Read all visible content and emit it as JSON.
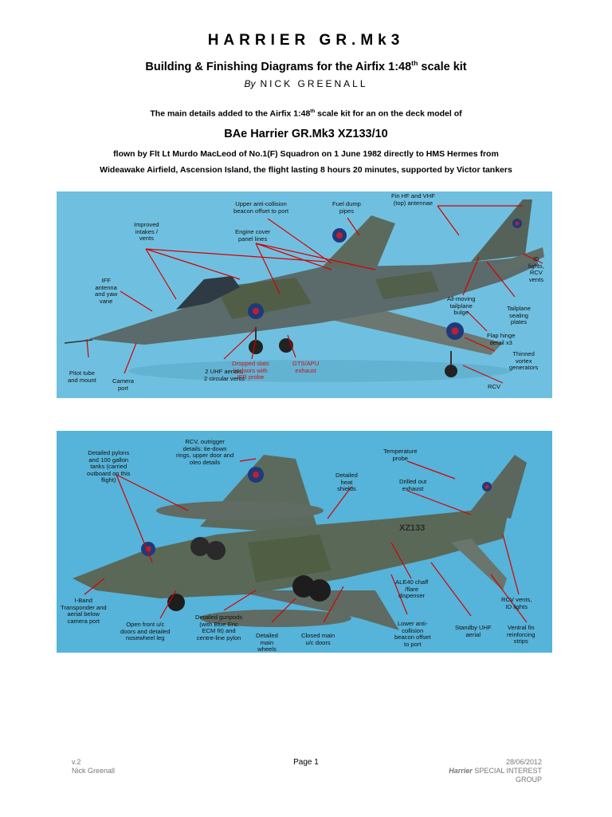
{
  "header": {
    "title": "HARRIER GR.Mk3",
    "subtitle_pre": "Building & Finishing Diagrams for the Airfix 1:48",
    "subtitle_sup": "th",
    "subtitle_post": " scale kit",
    "by": "By",
    "author": "NICK GREENALL"
  },
  "intro": {
    "line_pre": "The main details added to the Airfix 1:48",
    "line_sup": "th",
    "line_post": " scale kit for an on the deck model of",
    "model": "BAe Harrier GR.Mk3 XZ133/10",
    "flown_line1": "flown by Flt Lt Murdo MacLeod of No.1(F) Squadron on 1 June 1982 directly to HMS Hermes from",
    "flown_line2": "Wideawake Airfield, Ascension Island, the flight lasting 8 hours 20 minutes, supported by Victor tankers"
  },
  "photo1": {
    "labels": [
      "Upper anti-collision\nbeacon offset to port",
      "Fuel dump\npipes",
      "Fin HF and VHF\n(top) antennae",
      "Improved\nintakes /\nvents",
      "Engine cover\npanel lines",
      "ID\nlights,\nRCV\nvents",
      "IFF\nantenna\nand yaw\nvane",
      "All-moving\ntailplane\nbulge",
      "Tailplane\nsealing\nplates",
      "Flap hinge\ndetail x3",
      "Thinned\nvortex\ngenerators",
      "Pitot tube\nand mount",
      "Camera\nport",
      "2 UHF aerials,\n2 circular vents",
      "Dropped slats\nin doors with\nIFR probe",
      "GTS/APU\nexhaust",
      "RCV"
    ]
  },
  "photo2": {
    "labels": [
      "RCV, outrigger\ndetails: tie-down\nrings, upper door and\noleo details",
      "Detailed pylons\nand 100 gallon\ntanks (carried\noutboard on this\nflight)",
      "Temperature\nprobe",
      "Detailed\nheat\nshields",
      "Drilled out\nexhaust",
      "ALE40 chaff\n/flare\ndispenser",
      "I-Band\nTransponder and\naerial below\ncamera port",
      "Open front u/c\ndoors and detailed\nnosewheel leg",
      "Detailed gunpods\n(with Blue Eric\nECM fit) and\ncentre-line pylon",
      "Detailed\nmain\nwheels",
      "Closed main\nu/c doors",
      "Lower anti-\ncollision\nbeacon offset\nto port",
      "Standby UHF\naerial",
      "RCV vents,\nID lights",
      "Ventral fin\nreinforcing\nstrips"
    ],
    "serial": "XZ133"
  },
  "footer": {
    "version": "v.2",
    "author": "Nick Greenall",
    "page": "Page 1",
    "date": "28/06/2012",
    "org_strong": "Harrier",
    "org_rest": "SPECIAL INTEREST GROUP"
  },
  "colors": {
    "sky1": "#6fc0e0",
    "sky2": "#56b3d9",
    "camo_grey": "#5b6a6a",
    "camo_green": "#4d5b3f",
    "arrow_red": "#d40000"
  }
}
